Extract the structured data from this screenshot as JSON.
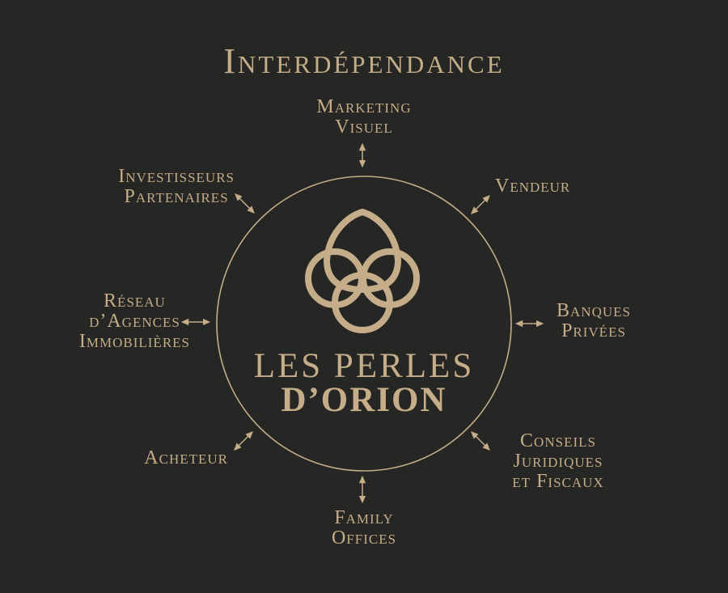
{
  "title": "Interdépendance",
  "brand": {
    "line1": "LES PERLES",
    "line2": "D’ORION"
  },
  "nodes": {
    "marketing": [
      "Marketing",
      "Visuel"
    ],
    "vendeur": [
      "Vendeur"
    ],
    "banques": [
      "Banques",
      "Privées"
    ],
    "conseils": [
      "Conseils",
      "Juridiques",
      "et Fiscaux"
    ],
    "family": [
      "Family",
      "Offices"
    ],
    "acheteur": [
      "Acheteur"
    ],
    "reseau": [
      "Réseau",
      "d’Agences",
      "Immobilières"
    ],
    "investisseurs": [
      "Investisseurs",
      "Partenaires"
    ]
  },
  "colors": {
    "background": "#262624",
    "gold": "#c4ad88"
  },
  "icons": {
    "logo": "interlaced-rings-logo-icon",
    "connector": "double-arrow-icon"
  }
}
